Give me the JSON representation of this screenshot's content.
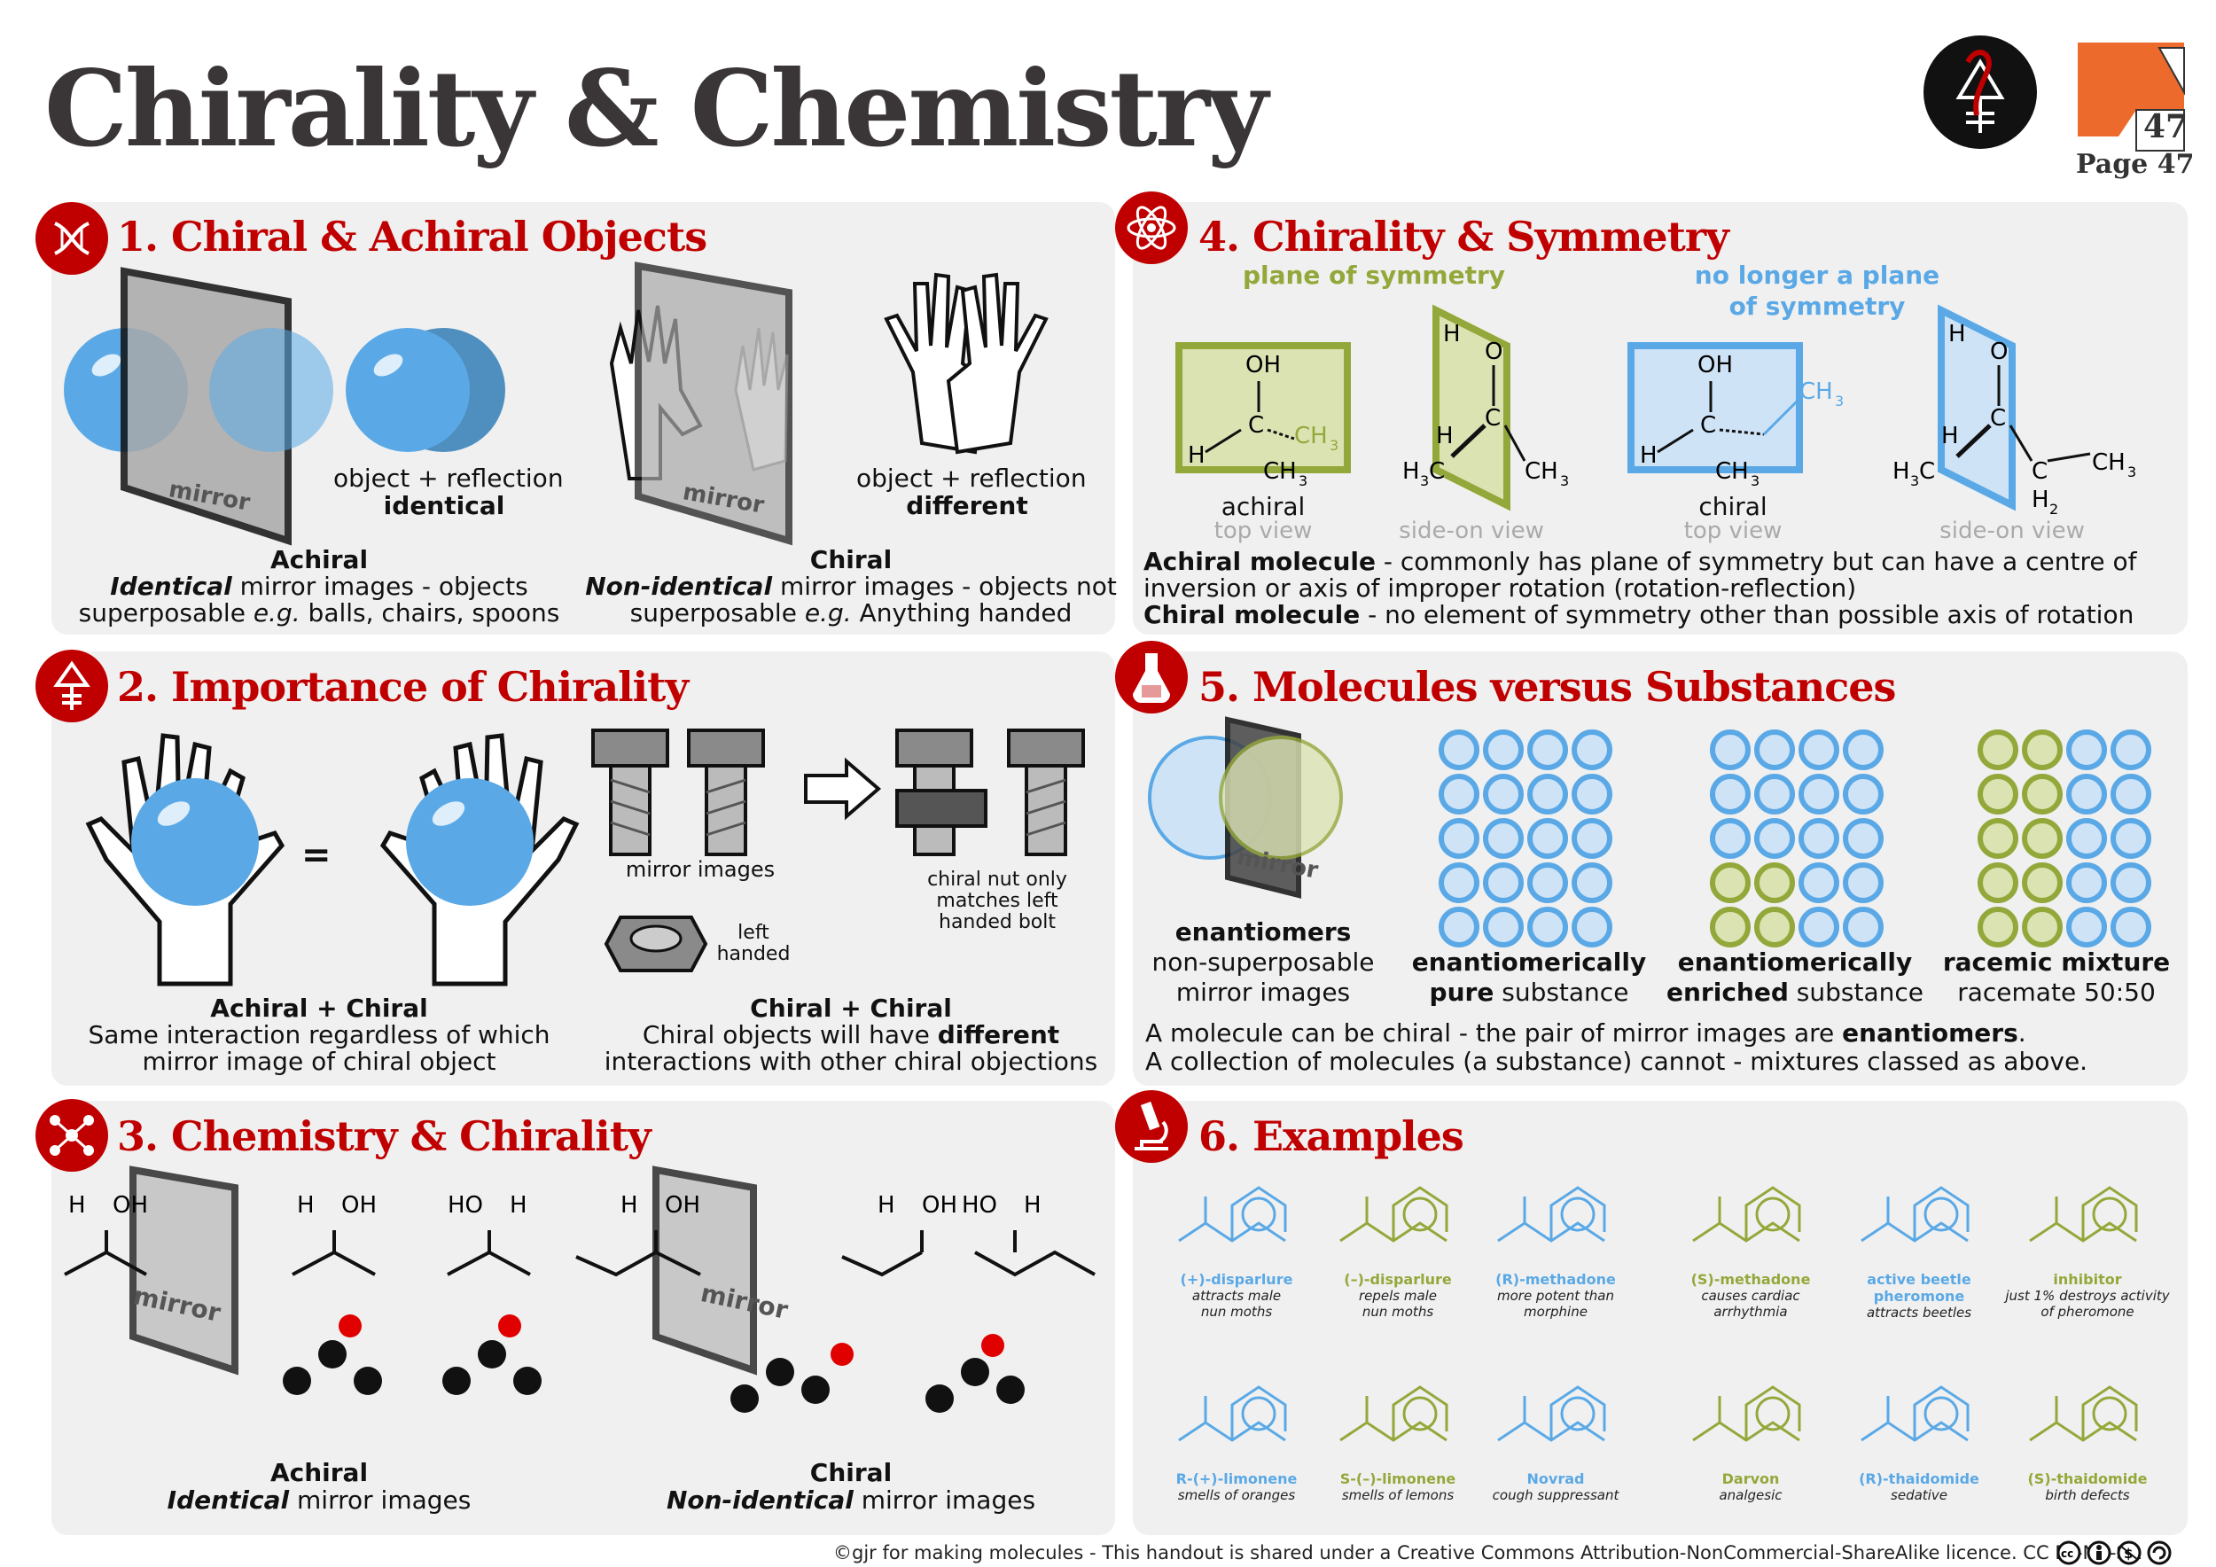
{
  "header": {
    "title": "Chirality & Chemistry",
    "page_number": "47",
    "page_label": "Page 47"
  },
  "panel1": {
    "title": "1. Chiral & Achiral Objects",
    "mirror_label": "mirror",
    "left_caption_1": "object + reflection",
    "left_caption_2": "identical",
    "right_caption_1": "object + reflection",
    "right_caption_2": "different",
    "achiral_heading": "Achiral",
    "achiral_line1_em": "Identical",
    "achiral_line1_rest": " mirror images - objects",
    "achiral_line2_a": "superposable ",
    "achiral_line2_em": "e.g.",
    "achiral_line2_b": " balls, chairs, spoons",
    "chiral_heading": "Chiral",
    "chiral_line1_em": "Non-identical",
    "chiral_line1_rest": " mirror images - objects not",
    "chiral_line2_a": "superposable ",
    "chiral_line2_em": "e.g.",
    "chiral_line2_b": " Anything handed"
  },
  "panel2": {
    "title": "2. Importance of Chirality",
    "equals": "=",
    "mirror_images": "mirror images",
    "left_handed_1": "left",
    "left_handed_2": "handed",
    "nut_note_1": "chiral nut only",
    "nut_note_2": "matches left",
    "nut_note_3": "handed bolt",
    "ac_heading": "Achiral + Chiral",
    "ac_line1": "Same interaction regardless of which",
    "ac_line2": "mirror image of chiral object",
    "cc_heading": "Chiral + Chiral",
    "cc_line1_a": "Chiral objects will have ",
    "cc_line1_b": "different",
    "cc_line2": "interactions with other chiral objections"
  },
  "panel3": {
    "title": "3. Chemistry & Chirality",
    "mirror_label": "mirror",
    "achiral_heading": "Achiral",
    "achiral_em": "Identical",
    "achiral_rest": " mirror images",
    "chiral_heading": "Chiral",
    "chiral_em": "Non-identical",
    "chiral_rest": " mirror images"
  },
  "panel4": {
    "title": "4. Chirality & Symmetry",
    "plane_label": "plane of symmetry",
    "no_plane_1": "no longer a plane",
    "no_plane_2": "of symmetry",
    "achiral_label": "achiral",
    "chiral_label": "chiral",
    "top_view": "top view",
    "side_view": "side-on view",
    "achiral_def_b": "Achiral molecule",
    "achiral_def_1": " - commonly has plane of symmetry but can have a centre of",
    "achiral_def_2": "inversion or axis of improper rotation (rotation-reflection)",
    "chiral_def_b": "Chiral molecule",
    "chiral_def": " - no element of symmetry other than possible axis of rotation"
  },
  "panel5": {
    "title": "5. Molecules versus Substances",
    "mirror_label": "mirror",
    "enant_b": "enantiomers",
    "enant_1": "non-superposable",
    "enant_2": "mirror images",
    "pure_1": "enantiomerically",
    "pure_2b": "pure",
    "pure_2": " substance",
    "enriched_1": "enantiomerically",
    "enriched_2b": "enriched",
    "enriched_2": " substance",
    "racemic_b": "racemic mixture",
    "racemic": "racemate 50:50",
    "note_1a": "A molecule can be chiral - the pair of mirror images are ",
    "note_1b": "enantiomers",
    "note_1c": ".",
    "note_2": "A collection of molecules (a substance) cannot - mixtures classed as above."
  },
  "panel6": {
    "title": "6. Examples",
    "row1": [
      {
        "name": "(+)-disparlure",
        "desc1": "attracts male",
        "desc2": "nun moths",
        "color": "#5aa9e6"
      },
      {
        "name": "(–)-disparlure",
        "desc1": "repels male",
        "desc2": "nun moths",
        "color": "#93a83a"
      },
      {
        "name": "(R)-methadone",
        "desc1": "more potent than",
        "desc2": "morphine",
        "color": "#5aa9e6"
      },
      {
        "name": "(S)-methadone",
        "desc1": "causes cardiac",
        "desc2": "arrhythmia",
        "color": "#93a83a"
      },
      {
        "name": "active beetle",
        "name2": "pheromone",
        "desc1": "attracts beetles",
        "desc2": "",
        "color": "#5aa9e6"
      },
      {
        "name": "inhibitor",
        "desc1": "just 1% destroys activity",
        "desc2": "of pheromone",
        "color": "#93a83a"
      }
    ],
    "row2": [
      {
        "name": "R-(+)-limonene",
        "desc1": "smells of oranges",
        "color": "#5aa9e6"
      },
      {
        "name": "S-(–)-limonene",
        "desc1": "smells of lemons",
        "color": "#93a83a"
      },
      {
        "name": "Novrad",
        "desc1": "cough suppressant",
        "color": "#5aa9e6"
      },
      {
        "name": "Darvon",
        "desc1": "analgesic",
        "color": "#93a83a"
      },
      {
        "name": "(R)-thaidomide",
        "desc1": "sedative",
        "color": "#5aa9e6"
      },
      {
        "name": "(S)-thaidomide",
        "desc1": "birth defects",
        "color": "#93a83a"
      }
    ]
  },
  "footer": {
    "text": "©gjr for making molecules - This handout is shared under a Creative Commons Attribution-NonCommercial-ShareAlike licence. CC BY-NC-SA"
  },
  "colors": {
    "accent_red": "#c00000",
    "blue": "#5aa9e6",
    "green": "#93a83a",
    "panel_bg": "#f0f0f0"
  }
}
